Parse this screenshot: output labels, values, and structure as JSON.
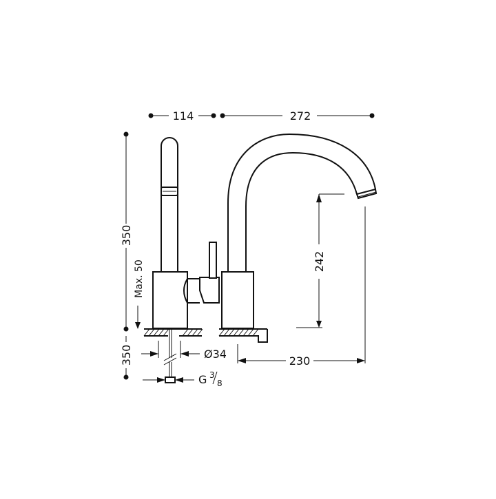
{
  "dimensions": {
    "top_left": "114",
    "top_right": "272",
    "overall_height": "350",
    "deck_max": "Max. 50",
    "spout_height": "242",
    "reach": "230",
    "hose_length": "350",
    "hole_diameter": "Ø34",
    "connection_prefix": "G",
    "connection_num": "3",
    "connection_den": "8"
  },
  "colors": {
    "line": "#111111",
    "background": "#ffffff"
  }
}
